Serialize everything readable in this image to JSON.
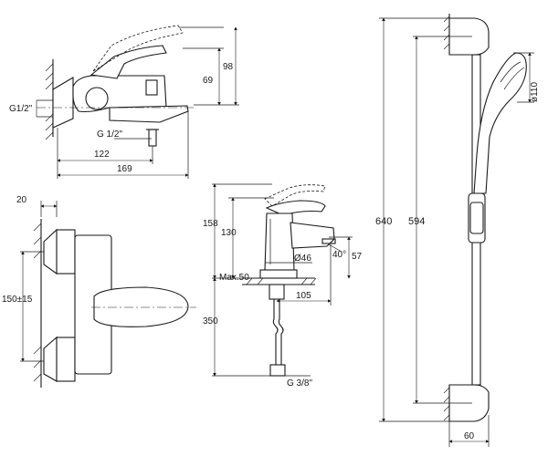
{
  "bath_mixer_top": {
    "dim_98": "98",
    "dim_69": "69",
    "thread_wall": "G1/2\"",
    "thread_outlet": "G 1/2\"",
    "dim_122": "122",
    "dim_169": "169"
  },
  "bath_mixer_front": {
    "dim_20": "20",
    "dim_150": "150±15"
  },
  "basin_mixer": {
    "dim_158": "158",
    "dim_130": "130",
    "angle_40": "40°",
    "dim_57": "57",
    "dia_46": "Ø46",
    "max_50": "Max.50",
    "dim_105": "105",
    "dim_350": "350",
    "thread_g38": "G 3/8\""
  },
  "shower_rail": {
    "dim_640": "640",
    "dim_594": "594",
    "dia_110": "ø110",
    "dim_60": "60"
  }
}
